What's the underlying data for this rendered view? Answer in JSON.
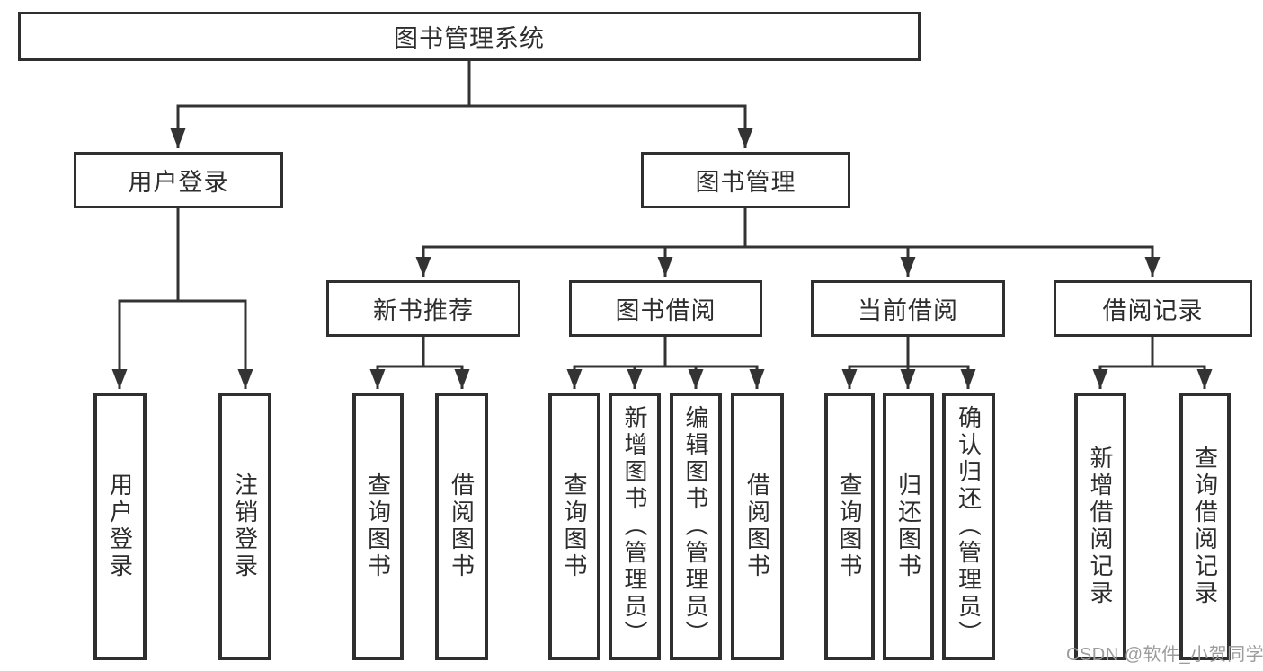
{
  "title": "图书管理系统",
  "watermark": "CSDN @软件_小贺同学",
  "colors": {
    "line": "#333333",
    "border": "#2f2f2f",
    "text": "#2d2d2d",
    "watermark": "#9c9c9c",
    "background": "#ffffff"
  },
  "branches": [
    {
      "label": "用户登录",
      "children": [
        {
          "label": "用户登录"
        },
        {
          "label": "注销登录"
        }
      ]
    },
    {
      "label": "图书管理",
      "children": [
        {
          "label": "新书推荐",
          "children": [
            {
              "label": "查询图书"
            },
            {
              "label": "借阅图书"
            }
          ]
        },
        {
          "label": "图书借阅",
          "children": [
            {
              "label": "查询图书"
            },
            {
              "label": "新增图书（管理员）"
            },
            {
              "label": "编辑图书（管理员）"
            },
            {
              "label": "借阅图书"
            }
          ]
        },
        {
          "label": "当前借阅",
          "children": [
            {
              "label": "查询图书"
            },
            {
              "label": "归还图书"
            },
            {
              "label": "确认归还（管理员）"
            }
          ]
        },
        {
          "label": "借阅记录",
          "children": [
            {
              "label": "新增借阅记录"
            },
            {
              "label": "查询借阅记录"
            }
          ]
        }
      ]
    }
  ]
}
